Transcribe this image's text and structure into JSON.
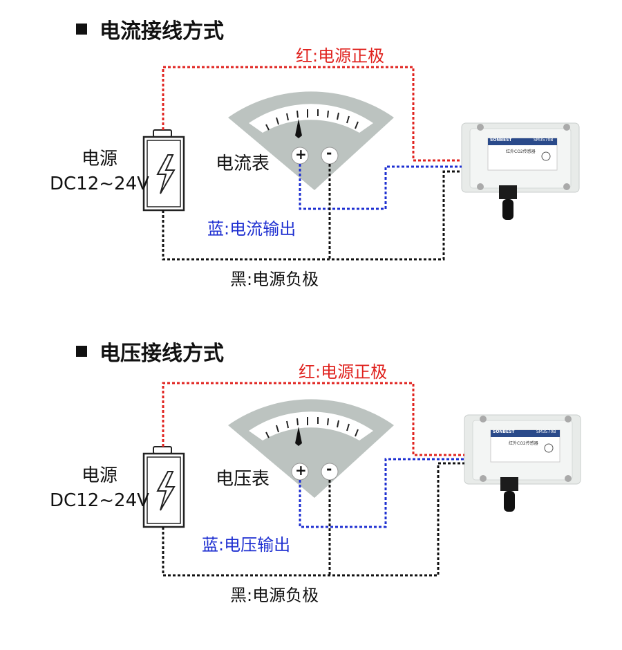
{
  "sections": [
    {
      "title": "电流接线方式",
      "meter_label": "电流表",
      "output_label": "蓝:电流输出",
      "red_label": "红:电源正极",
      "black_label": "黑:电源负极",
      "psu_label_line1": "电源",
      "psu_label_line2": "DC12~24V",
      "meter_plus": "+",
      "meter_minus": "-",
      "module_brand": "SONBEST",
      "module_model": "SM3570B",
      "module_name": "红外CO2传感器"
    },
    {
      "title": "电压接线方式",
      "meter_label": "电压表",
      "output_label": "蓝:电压输出",
      "red_label": "红:电源正极",
      "black_label": "黑:电源负极",
      "psu_label_line1": "电源",
      "psu_label_line2": "DC12~24V",
      "meter_plus": "+",
      "meter_minus": "-",
      "module_brand": "SONBEST",
      "module_model": "SM3570B",
      "module_name": "红外CO2传感器"
    }
  ],
  "colors": {
    "red_wire": "#e0231f",
    "blue_wire": "#1e2fd1",
    "black_wire": "#111111",
    "meter_gray": "#bcc3c0"
  }
}
